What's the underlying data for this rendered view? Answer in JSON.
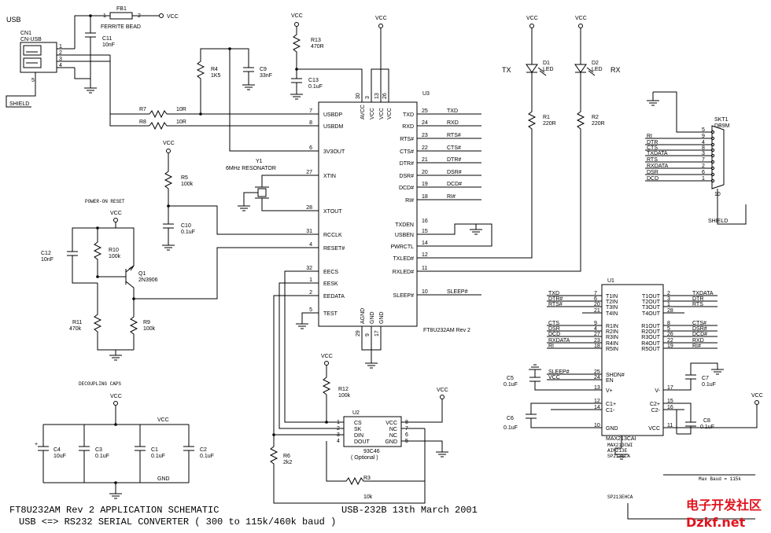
{
  "connector": {
    "label": "USB",
    "ref": "CN1",
    "part": "CN-USB",
    "pins": [
      "1",
      "2",
      "3",
      "4"
    ],
    "shield_pin": "5",
    "shield_label": "SHIELD"
  },
  "ferrite": {
    "ref": "FB1",
    "desc": "FERRITE BEAD",
    "p1": "1",
    "p2": "2"
  },
  "c11": {
    "ref": "C11",
    "val": "10nF"
  },
  "vcc": "VCC",
  "r13": {
    "ref": "R13",
    "val": "470R"
  },
  "c13": {
    "ref": "C13",
    "val": "0.1uF"
  },
  "r4": {
    "ref": "R4",
    "val": "1K5"
  },
  "c9": {
    "ref": "C9",
    "val": "33nF"
  },
  "r7": {
    "ref": "R7",
    "val": "10R"
  },
  "r8": {
    "ref": "R8",
    "val": "10R"
  },
  "y1": {
    "ref": "Y1",
    "desc": "6MHz RESONATOR"
  },
  "r5": {
    "ref": "R5",
    "val": "100k"
  },
  "c10": {
    "ref": "C10",
    "val": "0.1uF"
  },
  "reset": {
    "title": "POWER-ON RESET",
    "c12": "C12",
    "c12v": "10nF",
    "r10": "R10",
    "r10v": "100k",
    "q1": "Q1",
    "q1v": "2N3906",
    "r11": "R11",
    "r11v": "470k",
    "r9": "R9",
    "r9v": "100k"
  },
  "decoupling": {
    "title": "DECOUPLING CAPS",
    "c4": "C4",
    "c4v": "10uF",
    "c3": "C3",
    "c3v": "0.1uF",
    "c1": "C1",
    "c1v": "0.1uF",
    "c2": "C2",
    "c2v": "0.1uF",
    "vcc": "VCC",
    "gnd": "GND"
  },
  "u3": {
    "ref": "U3",
    "part": "FT8U232AM Rev 2",
    "left_pins": [
      {
        "num": "7",
        "name": "USBDP"
      },
      {
        "num": "8",
        "name": "USBDM"
      },
      {
        "num": "6",
        "name": "3V3OUT"
      },
      {
        "num": "27",
        "name": "XTIN"
      },
      {
        "num": "28",
        "name": "XTOUT"
      },
      {
        "num": "31",
        "name": "RCCLK"
      },
      {
        "num": "4",
        "name": "RESET#"
      },
      {
        "num": "32",
        "name": "EECS"
      },
      {
        "num": "1",
        "name": "EESK"
      },
      {
        "num": "2",
        "name": "EEDATA"
      },
      {
        "num": "5",
        "name": "TEST"
      }
    ],
    "right_pins": [
      {
        "num": "25",
        "name": "TXD",
        "net": "TXD"
      },
      {
        "num": "24",
        "name": "RXD",
        "net": "RXD"
      },
      {
        "num": "23",
        "name": "RTS#",
        "net": "RTS#"
      },
      {
        "num": "22",
        "name": "CTS#",
        "net": "CTS#"
      },
      {
        "num": "21",
        "name": "DTR#",
        "net": "DTR#"
      },
      {
        "num": "20",
        "name": "DSR#",
        "net": "DSR#"
      },
      {
        "num": "19",
        "name": "DCD#",
        "net": "DCD#"
      },
      {
        "num": "18",
        "name": "RI#",
        "net": "RI#"
      },
      {
        "num": "16",
        "name": "TXDEN",
        "net": ""
      },
      {
        "num": "15",
        "name": "USBEN",
        "net": ""
      },
      {
        "num": "14",
        "name": "PWRCTL",
        "net": ""
      },
      {
        "num": "12",
        "name": "TXLED#",
        "net": ""
      },
      {
        "num": "11",
        "name": "RXLED#",
        "net": ""
      },
      {
        "num": "10",
        "name": "SLEEP#",
        "net": "SLEEP#"
      }
    ],
    "top_pins": [
      {
        "num": "30",
        "name": "AVCC"
      },
      {
        "num": "3",
        "name": "VCC"
      },
      {
        "num": "13",
        "name": "VCC"
      },
      {
        "num": "26",
        "name": "VCC"
      }
    ],
    "bottom_pins": [
      {
        "num": "29",
        "name": "AGND"
      },
      {
        "num": "9",
        "name": "GND"
      },
      {
        "num": "17",
        "name": "GND"
      }
    ]
  },
  "leds": {
    "tx": "TX",
    "rx": "RX",
    "d1": "D1",
    "d2": "D2",
    "type": "LED",
    "r1": "R1",
    "r1v": "220R",
    "r2": "R2",
    "r2v": "220R"
  },
  "db9": {
    "ref": "SKT1",
    "part": "DB9M",
    "shield": "SHIELD",
    "pins": [
      {
        "net": "",
        "num": "5"
      },
      {
        "net": "RI",
        "num": "9"
      },
      {
        "net": "DTR",
        "num": "4"
      },
      {
        "net": "CTS",
        "num": "8"
      },
      {
        "net": "TXDATA",
        "num": "3"
      },
      {
        "net": "RTS",
        "num": "7"
      },
      {
        "net": "RXDATA",
        "num": "2"
      },
      {
        "net": "DSR",
        "num": "6"
      },
      {
        "net": "DCD",
        "num": "1"
      }
    ],
    "shell": "10"
  },
  "u1": {
    "ref": "U1",
    "part": "MAX213CAI",
    "alts": [
      "MAX213CWI",
      "AIM213E",
      "SP213ECA"
    ],
    "left_top": [
      {
        "net": "TXD",
        "num": "7",
        "pin": "T1IN"
      },
      {
        "net": "DTR#",
        "num": "6",
        "pin": "T2IN"
      },
      {
        "net": "RTS#",
        "num": "20",
        "pin": "T3IN"
      },
      {
        "net": "",
        "num": "21",
        "pin": "T4IN"
      }
    ],
    "right_top": [
      {
        "pin": "T1OUT",
        "num": "2",
        "net": "TXDATA"
      },
      {
        "pin": "T2OUT",
        "num": "3",
        "net": "DTR"
      },
      {
        "pin": "T3OUT",
        "num": "1",
        "net": "RTS"
      },
      {
        "pin": "T4OUT",
        "num": "28",
        "net": ""
      }
    ],
    "left_mid": [
      {
        "net": "CTS",
        "num": "9",
        "pin": "R1IN"
      },
      {
        "net": "DSR",
        "num": "4",
        "pin": "R2IN"
      },
      {
        "net": "DCD",
        "num": "27",
        "pin": "R3IN"
      },
      {
        "net": "RXDATA",
        "num": "23",
        "pin": "R4IN"
      },
      {
        "net": "RI",
        "num": "18",
        "pin": "R5IN"
      }
    ],
    "right_mid": [
      {
        "pin": "R1OUT",
        "num": "8",
        "net": "CTS#"
      },
      {
        "pin": "R2OUT",
        "num": "5",
        "net": "DSR#"
      },
      {
        "pin": "R3OUT",
        "num": "26",
        "net": "DCD#"
      },
      {
        "pin": "R4OUT",
        "num": "22",
        "net": "RXD"
      },
      {
        "pin": "R5OUT",
        "num": "19",
        "net": "RI#"
      }
    ],
    "shdn": {
      "net": "SLEEP#",
      "num": "25",
      "pin": "SHDN#"
    },
    "en": {
      "net": "VCC",
      "num": "24",
      "pin": "EN"
    },
    "vplus": {
      "num": "13",
      "pin": "V+"
    },
    "vminus": {
      "num": "17",
      "pin": "V-"
    },
    "c1p": {
      "num": "12",
      "pin": "C1+"
    },
    "c1m": {
      "num": "14",
      "pin": "C1-"
    },
    "c2p": {
      "num": "15",
      "pin": "C2+"
    },
    "c2m": {
      "num": "16",
      "pin": "C2-"
    },
    "gnd": {
      "num": "10",
      "pin": "GND"
    },
    "vcc": {
      "num": "11",
      "pin": "VCC"
    },
    "c5": "C5",
    "c5v": "0.1uF",
    "c6": "C6",
    "c6v": "0.1uF",
    "c7": "C7",
    "c7v": "0.1uF",
    "c8": "C8",
    "c8v": "0.1uF",
    "note_baud": "Max Baud = 115k",
    "note_part": "SP213EHCA"
  },
  "u2": {
    "ref": "U2",
    "part": "93C46",
    "note": "( Optional )",
    "left": [
      {
        "num": "1",
        "pin": "CS"
      },
      {
        "num": "2",
        "pin": "SK"
      },
      {
        "num": "3",
        "pin": "DIN"
      },
      {
        "num": "4",
        "pin": "DOUT"
      }
    ],
    "right": [
      {
        "num": "8",
        "pin": "VCC"
      },
      {
        "num": "7",
        "pin": "NC"
      },
      {
        "num": "6",
        "pin": "NC"
      },
      {
        "num": "5",
        "pin": "GND"
      }
    ]
  },
  "r12": {
    "ref": "R12",
    "val": "100k"
  },
  "r6": {
    "ref": "R6",
    "val": "2k2"
  },
  "r3": {
    "ref": "R3",
    "val": "10k"
  },
  "footer": {
    "title": "FT8U232AM Rev 2 APPLICATION SCHEMATIC",
    "subtitle": "USB <=> RS232 SERIAL CONVERTER ( 300 to 115k/460k baud )",
    "doc": "USB-232B 13th March 2001",
    "watermark_cn": "电子开发社区",
    "watermark_en": "Dzkf.net"
  }
}
